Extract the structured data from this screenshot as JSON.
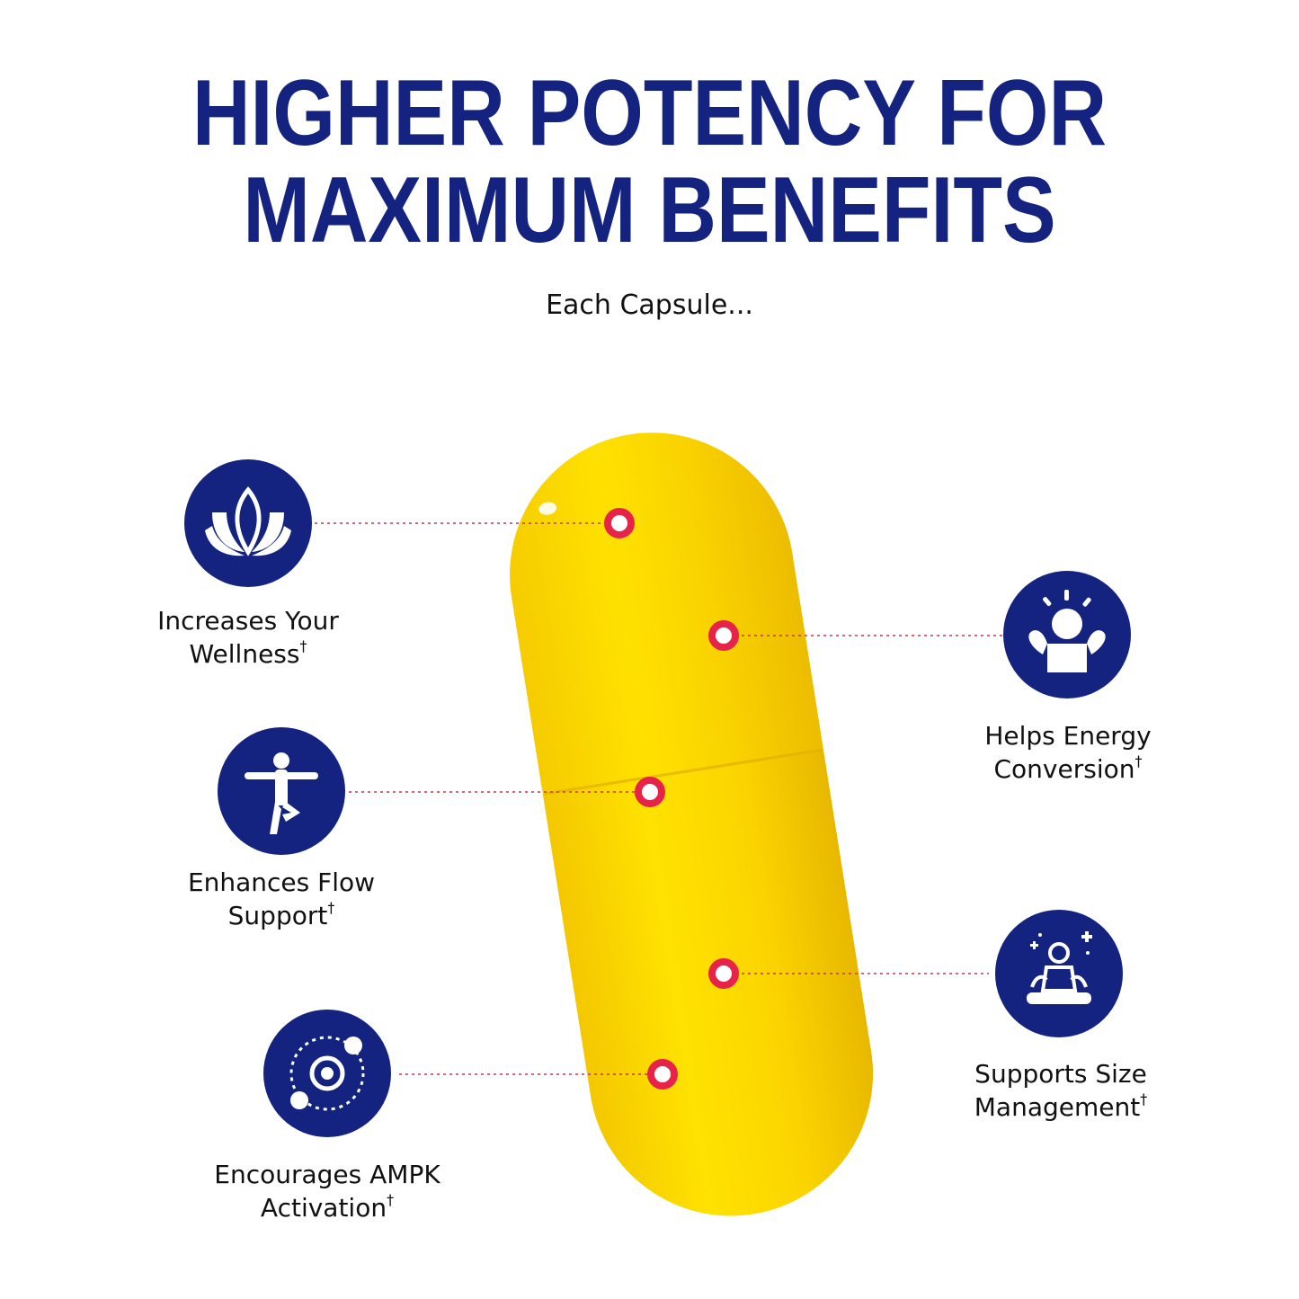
{
  "headline": {
    "line1": "HIGHER POTENCY FOR",
    "line2": "MAXIMUM BENEFITS"
  },
  "subtitle": "Each Capsule...",
  "colors": {
    "navy": "#14237f",
    "capsule_yellow": "#f9d800",
    "marker_red": "#e8234a"
  },
  "benefits": [
    {
      "icon": "lotus-icon",
      "line1": "Increases Your",
      "line2": "Wellness",
      "mark": "†"
    },
    {
      "icon": "yoga-pose-icon",
      "line1": "Enhances Flow",
      "line2": "Support",
      "mark": "†"
    },
    {
      "icon": "orbit-icon",
      "line1": "Encourages AMPK",
      "line2": "Activation",
      "mark": "†"
    },
    {
      "icon": "energy-person-icon",
      "line1": "Helps Energy",
      "line2": "Conversion",
      "mark": "†"
    },
    {
      "icon": "meditation-icon",
      "line1": "Supports Size",
      "line2": "Management",
      "mark": "†"
    }
  ]
}
